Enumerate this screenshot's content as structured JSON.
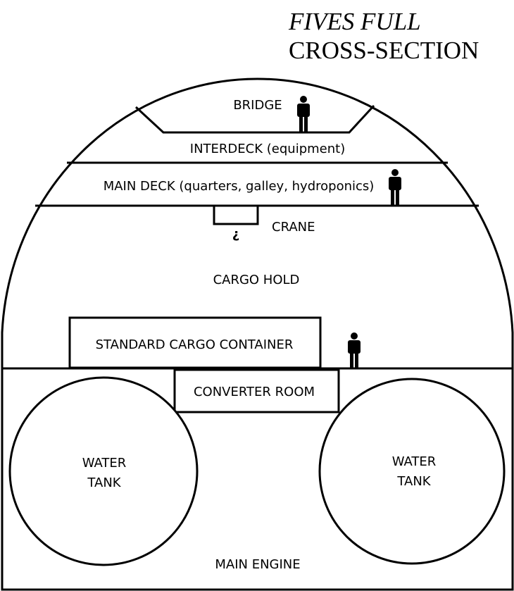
{
  "title": {
    "line1": "FIVES FULL",
    "line2": "CROSS-SECTION"
  },
  "labels": {
    "bridge": "BRIDGE",
    "interdeck": "INTERDECK (equipment)",
    "main_deck": "MAIN DECK (quarters, galley, hydroponics)",
    "crane": "CRANE",
    "crane_hook_glyph": "¿",
    "cargo_hold": "CARGO HOLD",
    "standard_cargo_container": "STANDARD CARGO CONTAINER",
    "converter_room": "CONVERTER ROOM",
    "water_tank_left": [
      "WATER",
      "TANK"
    ],
    "water_tank_right": [
      "WATER",
      "TANK"
    ],
    "main_engine": "MAIN ENGINE"
  },
  "icons": {
    "person_figure": "person-icon",
    "crane_hook": "hook-icon"
  },
  "colors": {
    "stroke": "#000000",
    "background": "#ffffff"
  }
}
